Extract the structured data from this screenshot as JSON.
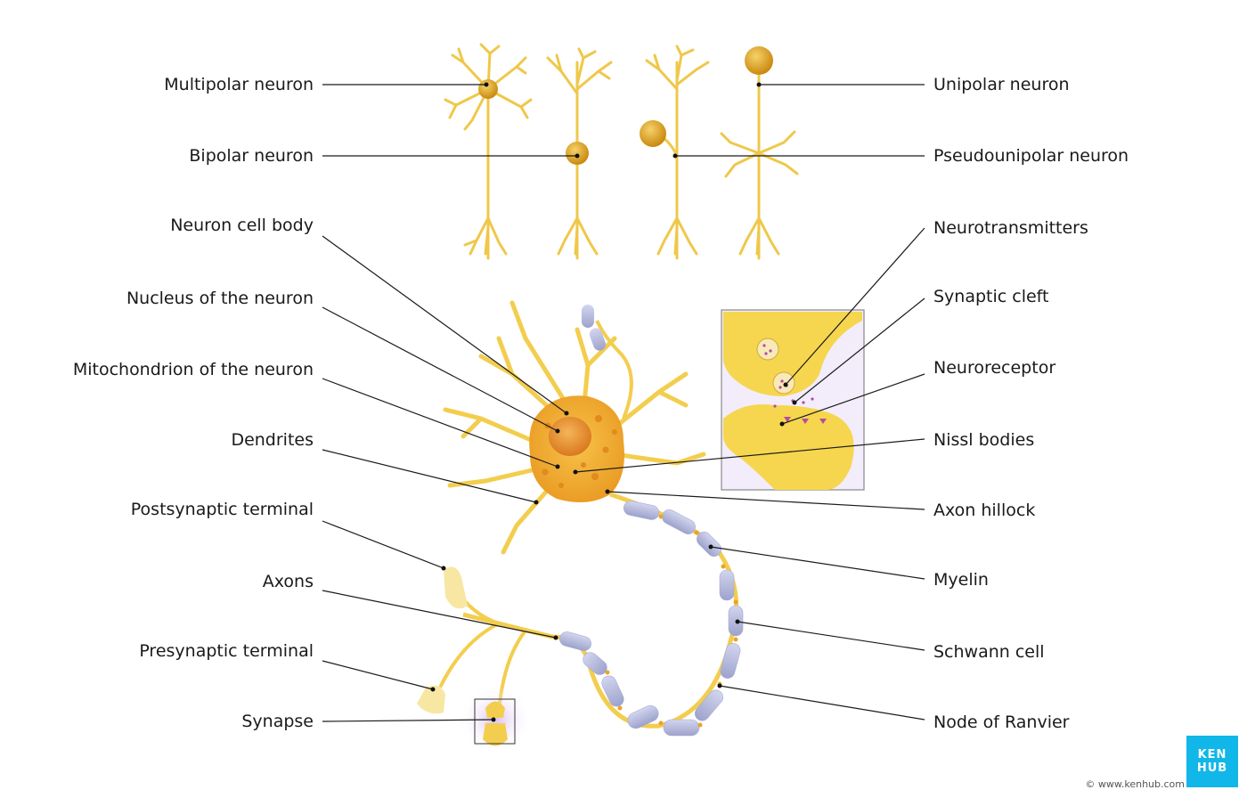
{
  "labels_left": [
    {
      "id": "multipolar",
      "text": "Multipolar neuron"
    },
    {
      "id": "bipolar",
      "text": "Bipolar neuron"
    },
    {
      "id": "cell-body",
      "text": "Neuron cell body"
    },
    {
      "id": "nucleus",
      "text": "Nucleus of the neuron"
    },
    {
      "id": "mitochondrion",
      "text": "Mitochondrion of the neuron"
    },
    {
      "id": "dendrites",
      "text": "Dendrites"
    },
    {
      "id": "postsynaptic",
      "text": "Postsynaptic terminal"
    },
    {
      "id": "axons",
      "text": "Axons"
    },
    {
      "id": "presynaptic",
      "text": "Presynaptic terminal"
    },
    {
      "id": "synapse",
      "text": "Synapse"
    }
  ],
  "labels_right": [
    {
      "id": "unipolar",
      "text": "Unipolar neuron"
    },
    {
      "id": "pseudounipolar",
      "text": "Pseudounipolar neuron"
    },
    {
      "id": "neurotransmitters",
      "text": "Neurotransmitters"
    },
    {
      "id": "synaptic-cleft",
      "text": "Synaptic cleft"
    },
    {
      "id": "neuroreceptor",
      "text": "Neuroreceptor"
    },
    {
      "id": "nissl",
      "text": "Nissl bodies"
    },
    {
      "id": "axon-hillock",
      "text": "Axon hillock"
    },
    {
      "id": "myelin",
      "text": "Myelin"
    },
    {
      "id": "schwann",
      "text": "Schwann cell"
    },
    {
      "id": "node-ranvier",
      "text": "Node of Ranvier"
    }
  ],
  "logo": {
    "line1": "KEN",
    "line2": "HUB"
  },
  "credit": "© www.kenhub.com",
  "colors": {
    "neuron_yellow": "#f2cf4a",
    "neuron_dark": "#d99a1a",
    "body_orange": "#f0a830",
    "myelin": "#b9bede",
    "line": "#1a1a1a",
    "brand": "#11b7e8"
  }
}
